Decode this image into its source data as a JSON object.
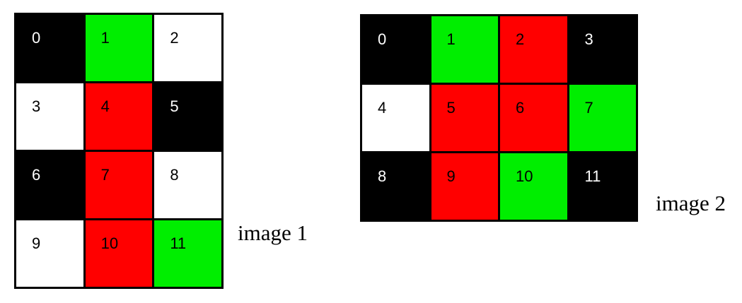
{
  "colors": {
    "black": "#000000",
    "white": "#ffffff",
    "red": "#ff0000",
    "green": "#00ee00"
  },
  "images": [
    {
      "caption": "image 1",
      "columns": 3,
      "rows": 4,
      "cells": [
        {
          "label": "0",
          "color": "black"
        },
        {
          "label": "1",
          "color": "green"
        },
        {
          "label": "2",
          "color": "white"
        },
        {
          "label": "3",
          "color": "white"
        },
        {
          "label": "4",
          "color": "red"
        },
        {
          "label": "5",
          "color": "black"
        },
        {
          "label": "6",
          "color": "black"
        },
        {
          "label": "7",
          "color": "red"
        },
        {
          "label": "8",
          "color": "white"
        },
        {
          "label": "9",
          "color": "white"
        },
        {
          "label": "10",
          "color": "red"
        },
        {
          "label": "11",
          "color": "green"
        }
      ]
    },
    {
      "caption": "image 2",
      "columns": 4,
      "rows": 3,
      "cells": [
        {
          "label": "0",
          "color": "black"
        },
        {
          "label": "1",
          "color": "green"
        },
        {
          "label": "2",
          "color": "red"
        },
        {
          "label": "3",
          "color": "black"
        },
        {
          "label": "4",
          "color": "white"
        },
        {
          "label": "5",
          "color": "red"
        },
        {
          "label": "6",
          "color": "red"
        },
        {
          "label": "7",
          "color": "green"
        },
        {
          "label": "8",
          "color": "black"
        },
        {
          "label": "9",
          "color": "red"
        },
        {
          "label": "10",
          "color": "green"
        },
        {
          "label": "11",
          "color": "black"
        }
      ]
    }
  ]
}
